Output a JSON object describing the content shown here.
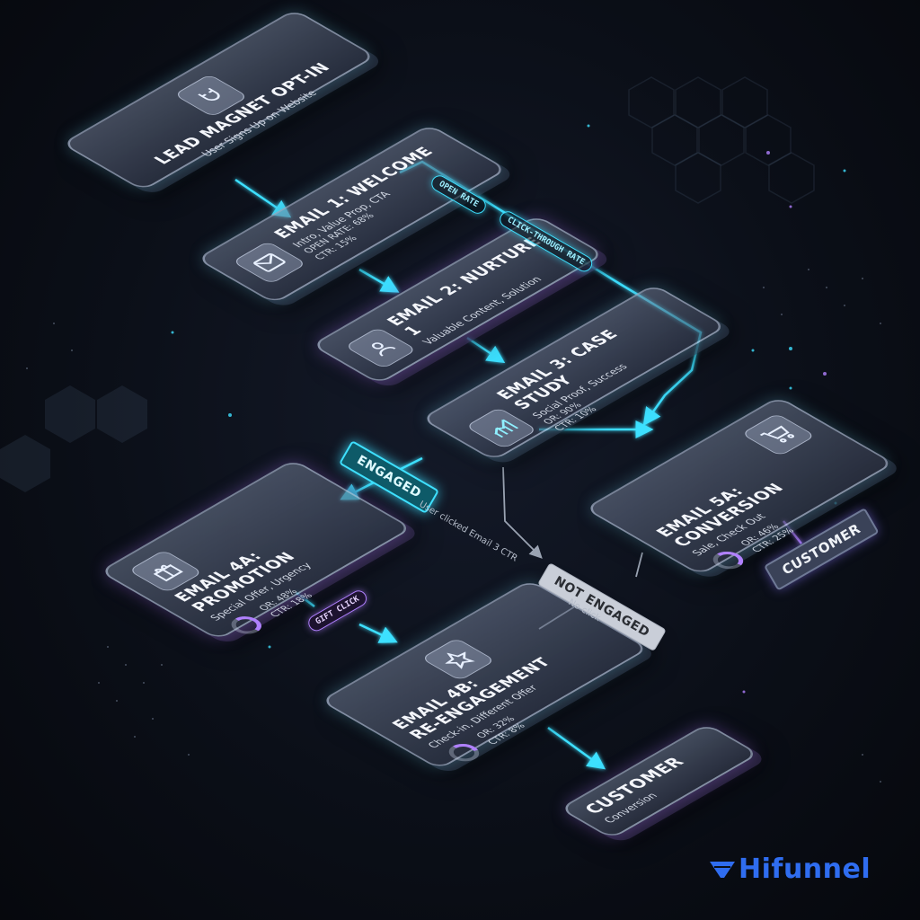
{
  "nodes": {
    "lead_magnet": {
      "title": "LEAD MAGNET OPT-IN",
      "subtitle": "User Signs Up on Website",
      "icon": "magnet-icon"
    },
    "email1": {
      "title": "EMAIL 1: WELCOME",
      "subtitle": "Intro, Value Prop, CTA",
      "open_rate": "OPEN RATE: 68%",
      "ctr": "CTR: 15%",
      "icon": "envelope-icon"
    },
    "email2": {
      "title": "EMAIL 2: NURTURE 1",
      "subtitle": "Valuable Content, Solution",
      "icon": "user-icon"
    },
    "email3": {
      "title": "EMAIL 3: CASE STUDY",
      "subtitle": "Social Proof, Success",
      "or": "OR: 90%",
      "ctr": "CTR: 10%",
      "icon": "bar-chart-icon"
    },
    "email4a": {
      "title_line1": "EMAIL 4A:",
      "title_line2": "PROMOTION",
      "subtitle": "Special Offer, Urgency",
      "or": "OR: 48%",
      "ctr": "CTR: 18%",
      "donut_pct": 0.48,
      "icon": "gift-icon"
    },
    "email4b": {
      "title_line1": "EMAIL 4B:",
      "title_line2": "RE-ENGAGEMENT",
      "subtitle": "Check-in, Different Offer",
      "or": "OR: 32%",
      "ctr": "CTR: 8%",
      "donut_pct": 0.32,
      "icon": "star-icon"
    },
    "email5a": {
      "title_line1": "EMAIL 5A:",
      "title_line2": "CONVERSION",
      "subtitle": "Sale, Check Out",
      "or": "OR: 46%",
      "ctr": "CTR: 25%",
      "donut_pct": 0.46,
      "icon": "cart-icon"
    },
    "customer_final": {
      "title": "CUSTOMER",
      "subtitle": "Conversion"
    }
  },
  "labels": {
    "open_rate_tag": "OPEN RATE",
    "ctr_tag": "CLICK-THROUGH RATE",
    "gift_click_tag": "GIFT CLICK",
    "engaged": "ENGAGED",
    "engaged_note": "User clicked Email 3 CTR",
    "not_engaged": "NOT ENGAGED",
    "not_engaged_note": "No click",
    "customer_badge": "CUSTOMER"
  },
  "logo": {
    "text": "Hifunnel",
    "color": "#2f6df0"
  },
  "colors": {
    "cyan": "#3ee0ff",
    "purple": "#b080ff",
    "background": "#080b12"
  }
}
